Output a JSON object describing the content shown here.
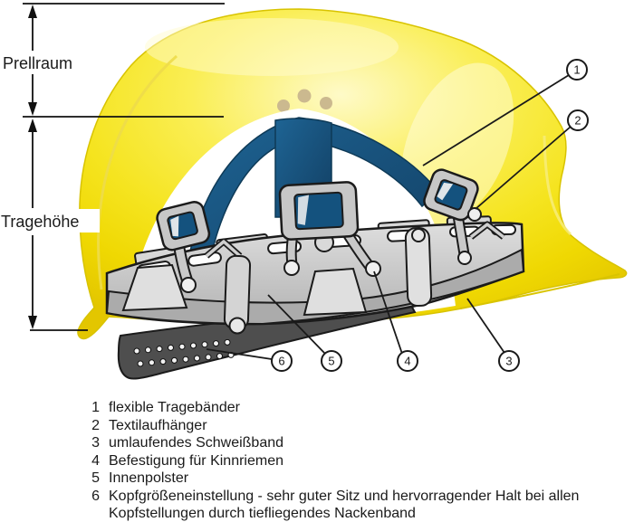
{
  "diagram": {
    "title_semantics": "safety-helmet-cutaway-diagram",
    "measurements": {
      "impact_space_label": "Prellraum",
      "wearing_height_label": "Tragehöhe"
    },
    "callouts": {
      "c1": "1",
      "c2": "2",
      "c3": "3",
      "c4": "4",
      "c5": "5",
      "c6": "6"
    },
    "legend": {
      "items": [
        {
          "num": "1",
          "text": "flexible Tragebänder"
        },
        {
          "num": "2",
          "text": "Textilaufhänger"
        },
        {
          "num": "3",
          "text": "umlaufendes Schweißband"
        },
        {
          "num": "4",
          "text": "Befestigung für Kinnriemen"
        },
        {
          "num": "5",
          "text": "Innenpolster"
        },
        {
          "num": "6",
          "text": "Kopfgrößeneinstellung - sehr guter Sitz und hervorragender Halt bei allen Kopfstellungen durch tiefliegendes Nackenband"
        }
      ]
    },
    "colors": {
      "shell_yellow": "#F5E41F",
      "shell_highlight": "#FEFAC8",
      "shell_edge": "#E7C900",
      "strap_blue": "#17547F",
      "headband_gray": "#C9C9C9",
      "nape_band_dark": "#4E4E4E",
      "vent_hole_tan": "#CBB98F",
      "outline": "#1A1A1A"
    }
  }
}
